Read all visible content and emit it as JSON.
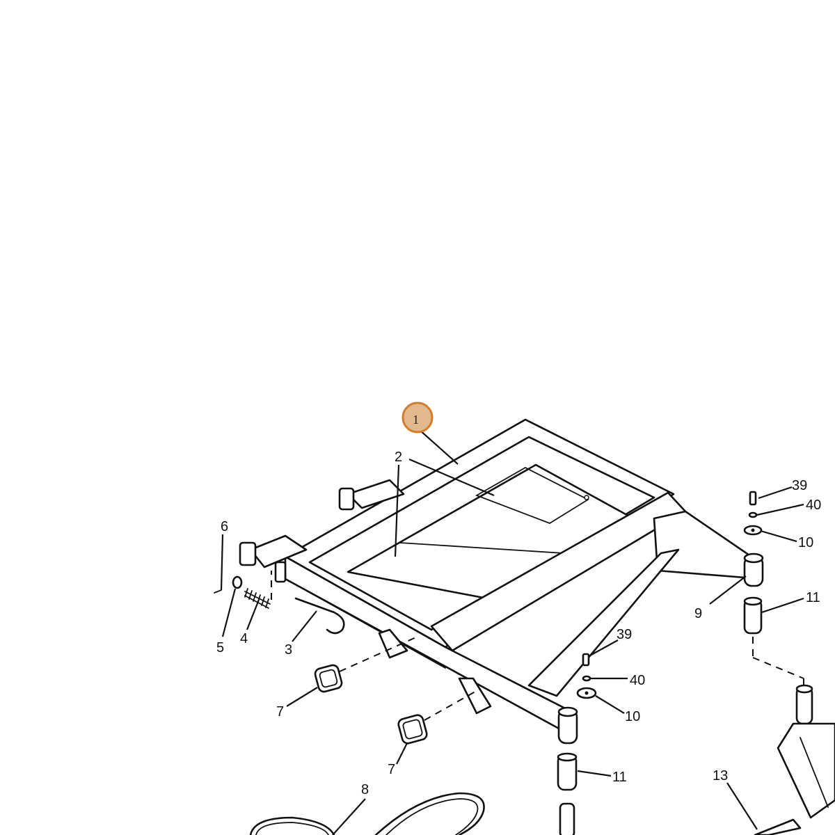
{
  "diagram": {
    "callouts": [
      {
        "id": "c1",
        "text": "1"
      },
      {
        "id": "c2",
        "text": "2"
      },
      {
        "id": "c3",
        "text": "3"
      },
      {
        "id": "c4",
        "text": "4"
      },
      {
        "id": "c5",
        "text": "5"
      },
      {
        "id": "c6",
        "text": "6"
      },
      {
        "id": "c7a",
        "text": "7"
      },
      {
        "id": "c7b",
        "text": "7"
      },
      {
        "id": "c8",
        "text": "8"
      },
      {
        "id": "c9",
        "text": "9"
      },
      {
        "id": "c10a",
        "text": "10"
      },
      {
        "id": "c10b",
        "text": "10"
      },
      {
        "id": "c11a",
        "text": "11"
      },
      {
        "id": "c11b",
        "text": "11"
      },
      {
        "id": "c13",
        "text": "13"
      },
      {
        "id": "c39a",
        "text": "39"
      },
      {
        "id": "c39b",
        "text": "39"
      },
      {
        "id": "c40a",
        "text": "40"
      },
      {
        "id": "c40b",
        "text": "40"
      }
    ],
    "highlight": {
      "text": "1",
      "color": "#e2b98c",
      "border": "#d07d2e"
    }
  }
}
